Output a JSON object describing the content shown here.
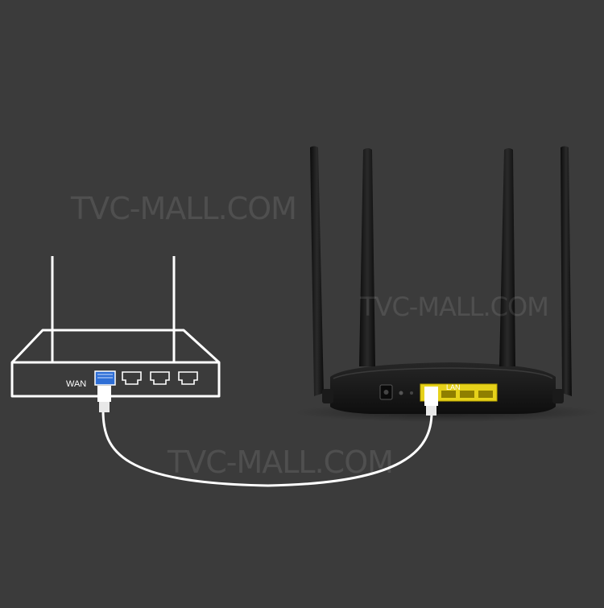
{
  "colors": {
    "background": "#3b3b3b",
    "outline": "#ffffff",
    "wan_port": "#2f6fd6",
    "lan_port": "#e6d21a",
    "router_body": "#141414"
  },
  "watermarks": [
    "TVC-MALL.COM",
    "TVC-MALL.COM",
    "TVC-MALL.COM"
  ],
  "upstream_router": {
    "wan_label": "WAN",
    "icons": [
      "router-outline-icon",
      "ethernet-port-icon",
      "ethernet-plug-icon"
    ]
  },
  "product_router": {
    "lan_label": "LAN",
    "antenna_count": 4
  },
  "cable": {
    "icon": "ethernet-cable-icon"
  }
}
